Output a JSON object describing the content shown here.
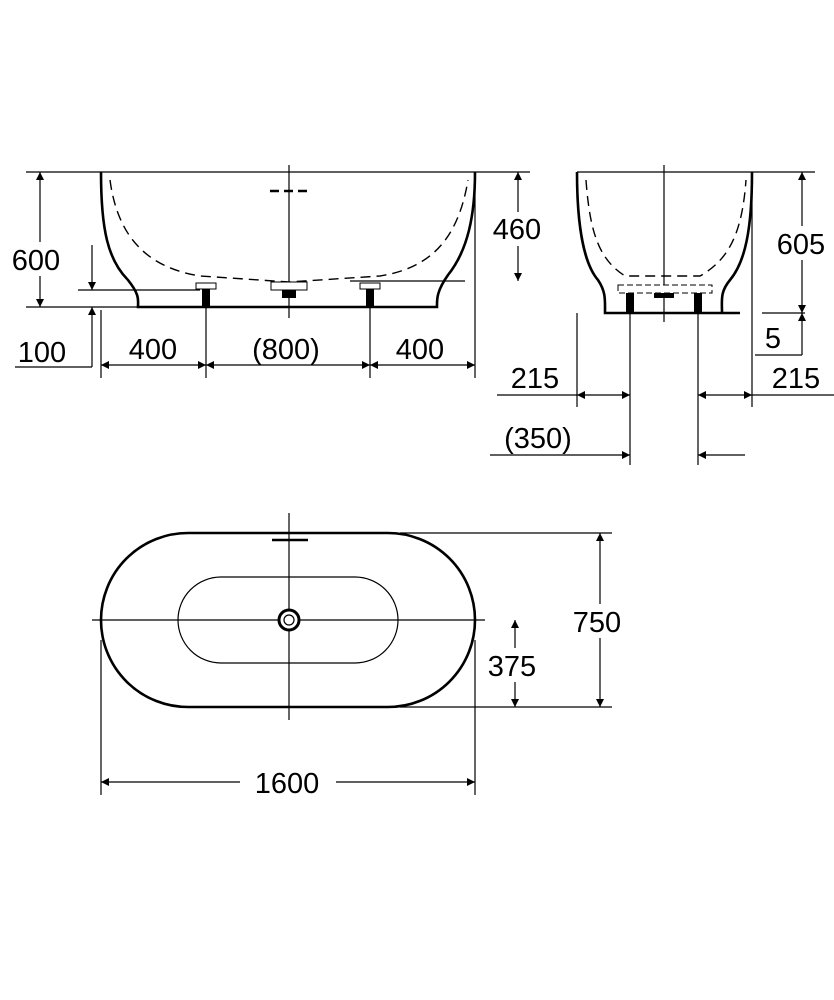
{
  "front_view": {
    "overall_height": "600",
    "foot_height": "100",
    "inner_depth": "460",
    "foot_offset_left": "400",
    "foot_spacing": "(800)",
    "foot_offset_right": "400"
  },
  "side_view": {
    "overall_height": "605",
    "foot_adjust": "5",
    "offset_left": "215",
    "offset_right": "215",
    "foot_spacing": "(350)"
  },
  "top_view": {
    "width": "750",
    "half_width": "375",
    "length": "1600"
  }
}
